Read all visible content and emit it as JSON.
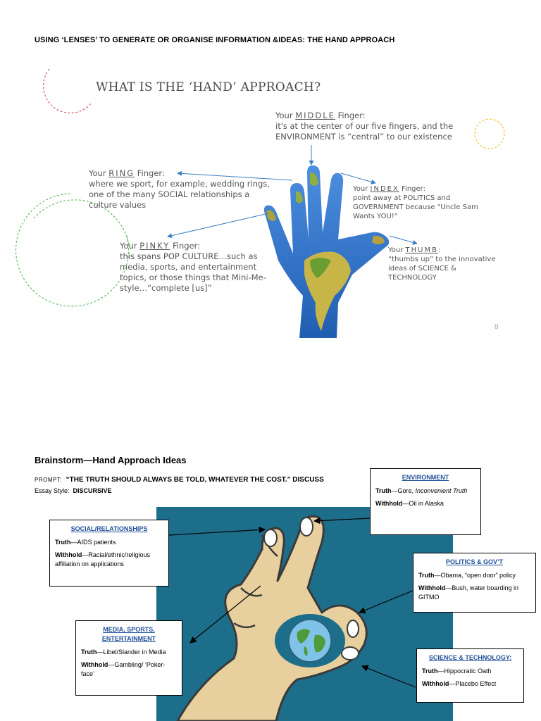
{
  "header": "USING ‘LENSES’ TO GENERATE OR ORGANISE INFORMATION &IDEAS:  THE HAND APPROACH",
  "slide": {
    "title": "WHAT IS THE ‘HAND’ APPROACH?",
    "page_number": "8",
    "middle": {
      "prefix": "Your ",
      "name": "MIDDLE",
      "suffix": " Finger:",
      "lines": [
        "it's at the center of our five fingers, and the",
        "ENVIRONMENT is “central” to our existence"
      ]
    },
    "ring": {
      "prefix": "Your ",
      "name": "RING",
      "suffix": " Finger:",
      "lines": [
        "where we sport, for example, wedding rings,",
        "one of the many SOCIAL relationships a",
        "culture values"
      ]
    },
    "index": {
      "prefix": "Your ",
      "name": "INDEX",
      "suffix": " Finger:",
      "lines": [
        "point away at POLITICS and",
        "GOVERNMENT because \"Uncle Sam",
        "Wants YOU!\""
      ]
    },
    "pinky": {
      "prefix": "Your ",
      "name": "PINKY",
      "suffix": " Finger:",
      "lines": [
        "this spans POP CULTURE…such as",
        "media, sports, and entertainment",
        "topics, or those things that Mini-Me-",
        "style…“complete [us]”"
      ]
    },
    "thumb": {
      "prefix": "Your ",
      "name": "THUMB",
      "suffix": ":",
      "lines": [
        "“thumbs up” to the innovative",
        "ideas of SCIENCE &",
        "TECHNOLOGY"
      ]
    }
  },
  "brainstorm": {
    "title": "Brainstorm—Hand Approach Ideas",
    "prompt_label": "PROMPT:",
    "prompt_text": "“THE TRUTH SHOULD ALWAYS BE TOLD, WHATEVER THE COST.”  DISCUSS",
    "essay_label": "Essay Style:",
    "essay_value": "DISCURSIVE",
    "boxes": {
      "environment": {
        "title": "ENVIRONMENT",
        "truth_label": "Truth",
        "truth_text": "—Gore, ",
        "truth_italic": "Inconvenient Truth",
        "withhold_label": "Withhold",
        "withhold_text": "—Oil in Alaska"
      },
      "social": {
        "title": "SOCIAL/RELATIONSHIPS",
        "truth_label": "Truth",
        "truth_text": "—AIDS patients",
        "withhold_label": "Withhold",
        "withhold_text": "—Racial/ethnic/religious affiliation on applications"
      },
      "politics": {
        "title": "POLITICS & GOV’T",
        "truth_label": "Truth",
        "truth_text": "—Obama, “open door” policy",
        "withhold_label": "Withhold",
        "withhold_text": "—Bush, water boarding in GITMO"
      },
      "media": {
        "title": "MEDIA, SPORTS, ENTERTAINMENT",
        "truth_label": "Truth",
        "truth_text": "—Libel/Slander in Media",
        "withhold_label": "Withhold",
        "withhold_text": "—Gambling/ ‘Poker-face’"
      },
      "science": {
        "title": "SCIENCE & TECHNOLOGY",
        "title_suffix": ":",
        "truth_label": "Truth",
        "truth_text": "—Hippocratic Oath",
        "withhold_label": "Withhold",
        "withhold_text": "—Placebo Effect"
      }
    }
  },
  "colors": {
    "accent_blue": "#1d6e8a",
    "hand_blue": "#2e6fc0",
    "box_title": "#1f4f9a",
    "arrow_blue": "#3a7fc4"
  }
}
